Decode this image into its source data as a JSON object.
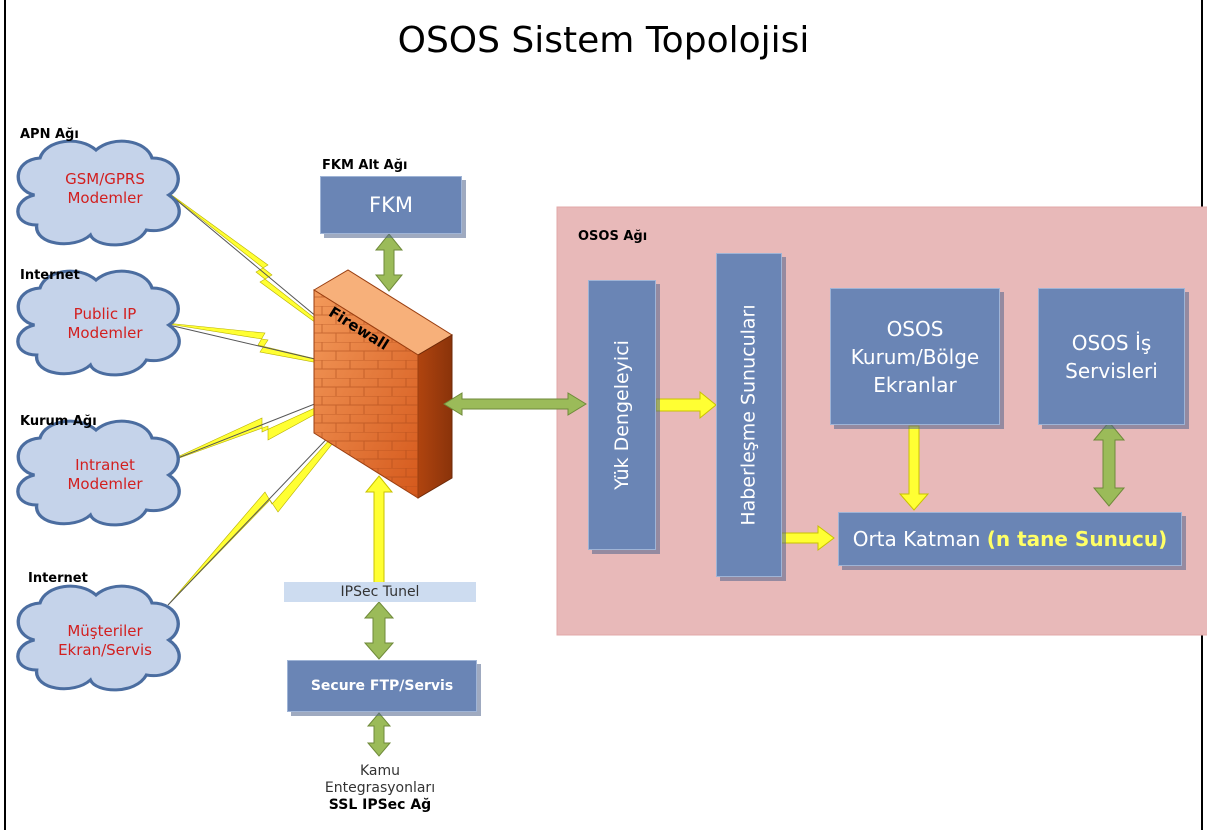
{
  "title": "OSOS Sistem Topolojisi",
  "sections": {
    "apn": "APN Ağı",
    "internet1": "Internet",
    "kurum": "Kurum Ağı",
    "internet2": "Internet",
    "fkm_alt": "FKM Alt Ağı",
    "osos_agi": "OSOS Ağı"
  },
  "clouds": [
    {
      "line1": "GSM/GPRS",
      "line2": "Modemler"
    },
    {
      "line1": "Public IP",
      "line2": "Modemler"
    },
    {
      "line1": "Intranet",
      "line2": "Modemler"
    },
    {
      "line1": "Müşteriler",
      "line2": "Ekran/Servis"
    }
  ],
  "nodes": {
    "fkm": "FKM",
    "firewall": "Firewall",
    "ipsec_tunel": "IPSec Tunel",
    "secure_ftp": "Secure FTP/Servis",
    "kamu1": "Kamu",
    "kamu2": "Entegrasyonları",
    "kamu3": "SSL IPSec Ağ",
    "yuk": "Yük Dengeleyici",
    "haberlesme": "Haberleşme Sunucuları",
    "ekranlar1": "OSOS",
    "ekranlar2": "Kurum/Bölge",
    "ekranlar3": "Ekranlar",
    "is1": "OSOS İş",
    "is2": "Servisleri",
    "orta_a": "Orta Katman",
    "orta_b": "(n tane Sunucu)"
  },
  "colors": {
    "box_blue": "#6a85b5",
    "osos_zone": "#e8b9b9",
    "cloud_fill": "#c5d3ea",
    "cloud_stroke": "#4b6da0",
    "cloud_text": "#d21f1f",
    "yellow_arrow": "#ffff33",
    "green_arrow": "#9bbb59",
    "firewall": "#e8702a"
  },
  "icons": [
    "cloud-icon",
    "lightning-bolt-icon",
    "firewall-icon",
    "double-arrow-icon",
    "single-arrow-icon"
  ]
}
